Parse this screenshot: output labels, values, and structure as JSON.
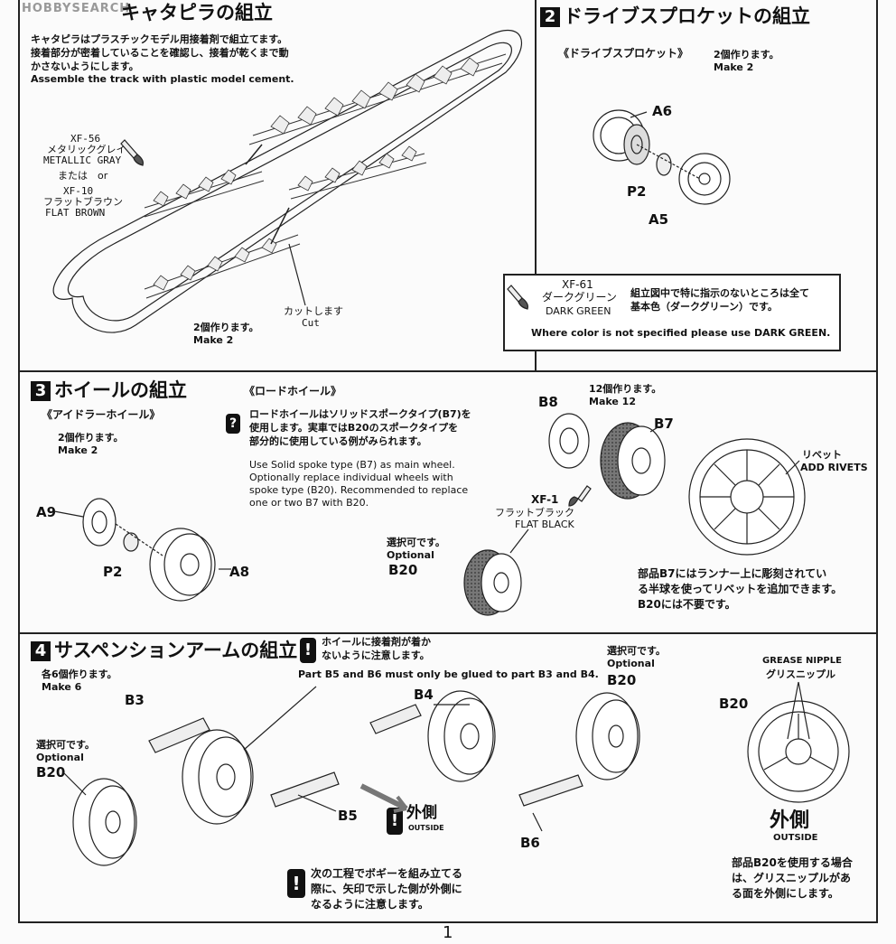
{
  "watermark": "HOBBYSEARCH",
  "step1": {
    "title": "キャタピラの組立",
    "text_jp_1": "キャタピラはプラスチックモデル用接着剤で組立てます。",
    "text_jp_2": "接着部分が密着していることを確認し、接着が乾くまで動",
    "text_jp_3": "かさないようにします。",
    "text_en": "Assemble the track with plastic model cement.",
    "paint1_code": "XF-56",
    "paint1_jp": "メタリックグレイ",
    "paint1_en": "METALLIC GRAY",
    "or_text": "または　or",
    "paint2_code": "XF-10",
    "paint2_jp": "フラットブラウン",
    "paint2_en": "FLAT BROWN",
    "cut_jp": "カットします",
    "cut_en": "Cut",
    "make_jp": "2個作ります。",
    "make_en": "Make 2"
  },
  "step2": {
    "number": "2",
    "title": "ドライブスプロケットの組立",
    "subtitle": "《ドライブスプロケット》",
    "make_jp": "2個作ります。",
    "make_en": "Make 2",
    "parts": [
      "A6",
      "P2",
      "A5"
    ],
    "paint_code": "XF-61",
    "paint_jp": "ダークグリーン",
    "paint_en": "DARK GREEN",
    "note_jp_1": "組立図中で特に指示のないところは全て",
    "note_jp_2": "基本色（ダークグリーン）です。",
    "note_en": "Where color is not specified please use DARK GREEN."
  },
  "step3": {
    "number": "3",
    "title": "ホイールの組立",
    "idler_title": "《アイドラーホイール》",
    "idler_make_jp": "2個作ります。",
    "idler_make_en": "Make 2",
    "idler_parts": [
      "A9",
      "P2",
      "A8"
    ],
    "road_title": "《ロードホイール》",
    "road_jp_1": "ロードホイールはソリッドスポークタイプ(B7)を",
    "road_jp_2": "使用します。実車ではB20のスポークタイプを",
    "road_jp_3": "部分的に使用している例がみられます。",
    "road_en_1": "Use Solid spoke type (B7) as main wheel.",
    "road_en_2": "Optionally replace individual wheels with",
    "road_en_3": "spoke type (B20). Recommended to replace",
    "road_en_4": "one or two B7 with B20.",
    "road_make_jp": "12個作ります。",
    "road_make_en": "Make 12",
    "parts": [
      "B8",
      "B7"
    ],
    "paint_code": "XF-1",
    "paint_jp": "フラットブラック",
    "paint_en": "FLAT BLACK",
    "optional_jp": "選択可です。",
    "optional_en": "Optional",
    "optional_part": "B20",
    "rivet_jp": "リベット",
    "rivet_en": "ADD RIVETS",
    "rivet_note_1": "部品B7にはランナー上に彫刻されてい",
    "rivet_note_2": "る半球を使ってリベットを追加できます。",
    "rivet_note_3": "B20には不要です。"
  },
  "step4": {
    "number": "4",
    "title": "サスペンションアームの組立",
    "make_jp": "各6個作ります。",
    "make_en": "Make 6",
    "warn_jp_1": "ホイールに接着剤が着か",
    "warn_jp_2": "ないように注意します。",
    "warn_en": "Part B5 and B6 must only be glued to part B3 and B4.",
    "parts": [
      "B3",
      "B5",
      "B4",
      "B6"
    ],
    "optional_jp": "選択可です。",
    "optional_en": "Optional",
    "optional_part": "B20",
    "outside_jp": "外側",
    "outside_en": "OUTSIDE",
    "grease_en": "GREASE NIPPLE",
    "grease_jp": "グリスニップル",
    "b20_label": "B20",
    "b20_note_1": "部品B20を使用する場合",
    "b20_note_2": "は、グリスニップルがあ",
    "b20_note_3": "る面を外側にします。",
    "bottom_note_1": "次の工程でボギーを組み立てる",
    "bottom_note_2": "際に、矢印で示した側が外側に",
    "bottom_note_3": "なるように注意します。"
  },
  "page_number": "1"
}
